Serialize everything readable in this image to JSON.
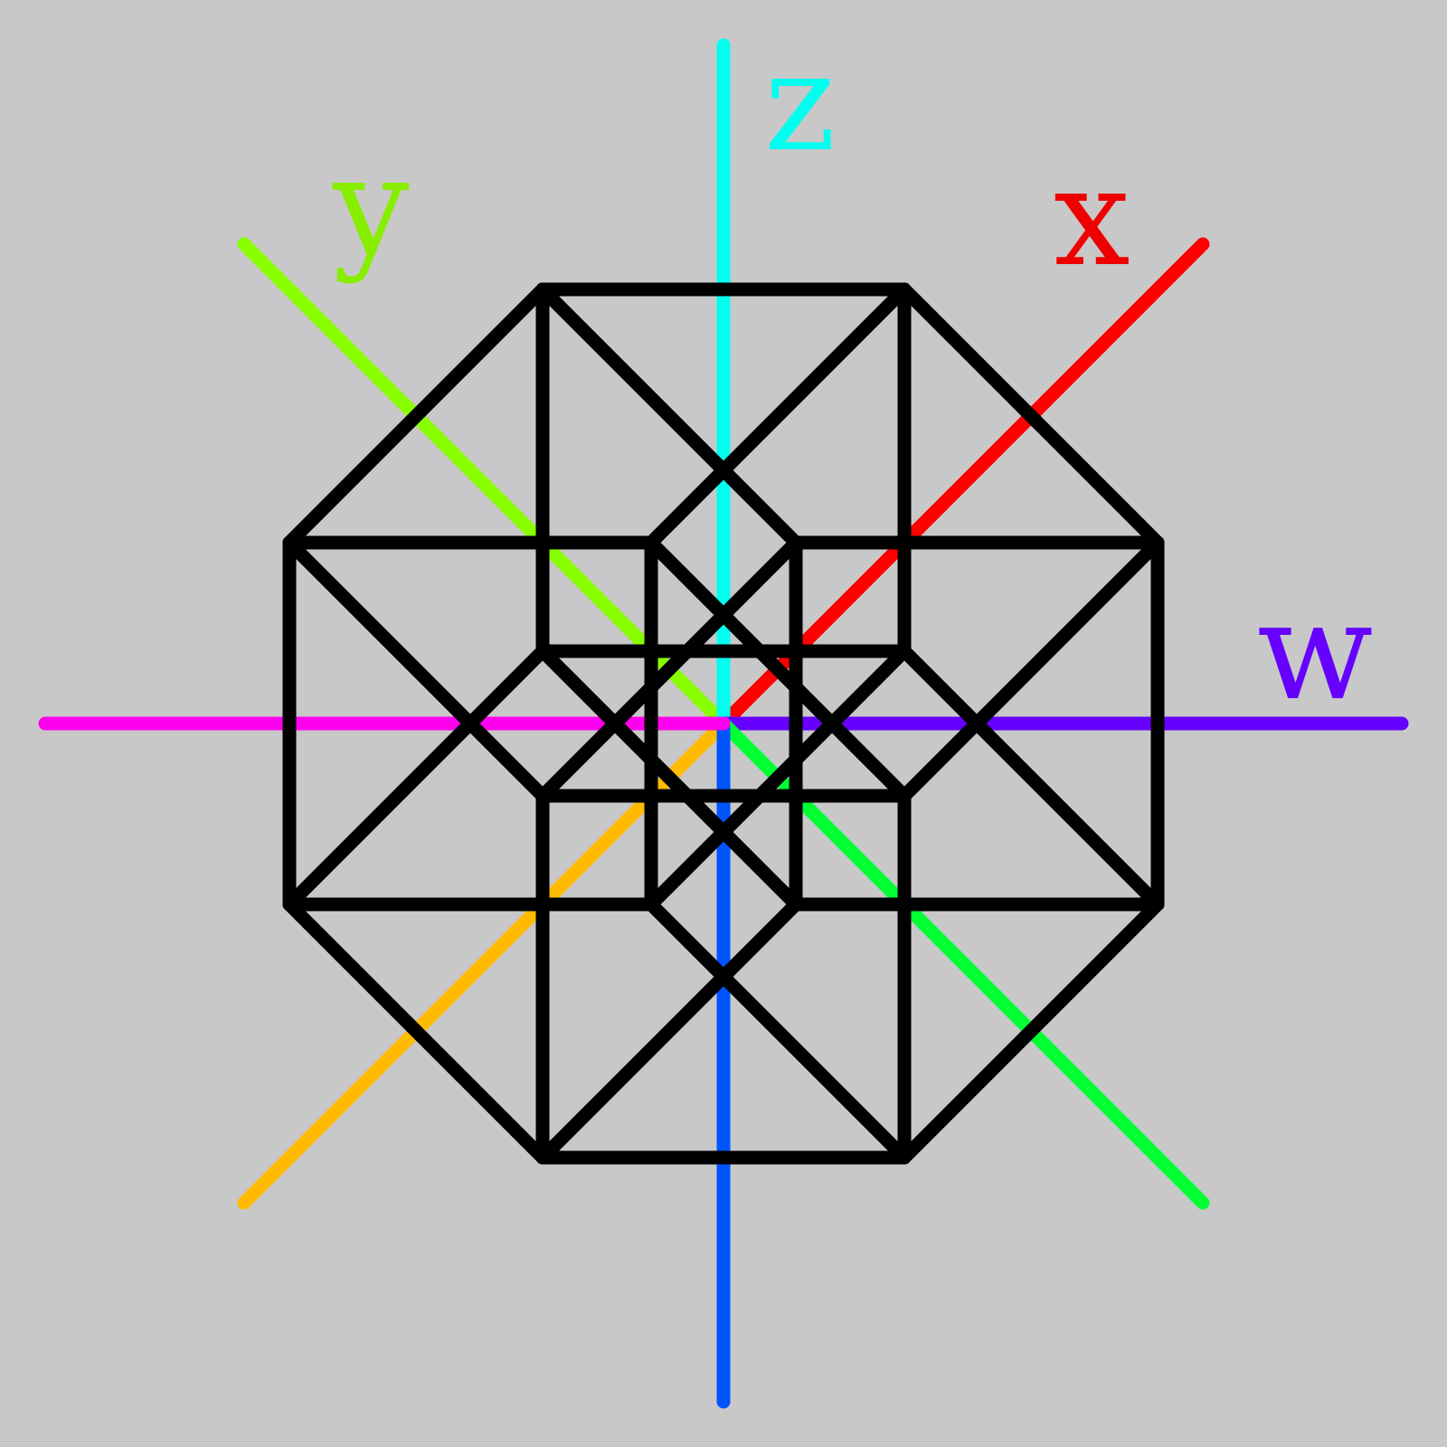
{
  "diagram": {
    "background": "#c8c8c8",
    "edge_color": "#000000",
    "axes": [
      {
        "key": "x",
        "label": "x",
        "color": "#ff0000",
        "label_color": "#ee0000"
      },
      {
        "key": "y",
        "label": "y",
        "color": "#88ff00",
        "label_color": "#88ee00"
      },
      {
        "key": "z",
        "label": "z",
        "color": "#00ffee",
        "label_color": "#00ffee"
      },
      {
        "key": "w",
        "label": "w",
        "color": "#6600ff",
        "label_color": "#6600ff"
      },
      {
        "key": "nx",
        "label": "",
        "color": "#ffbb00",
        "label_color": ""
      },
      {
        "key": "ny",
        "label": "",
        "color": "#00ff33",
        "label_color": ""
      },
      {
        "key": "nz",
        "label": "",
        "color": "#0055ff",
        "label_color": ""
      },
      {
        "key": "nw",
        "label": "",
        "color": "#ff00ee",
        "label_color": ""
      }
    ]
  }
}
